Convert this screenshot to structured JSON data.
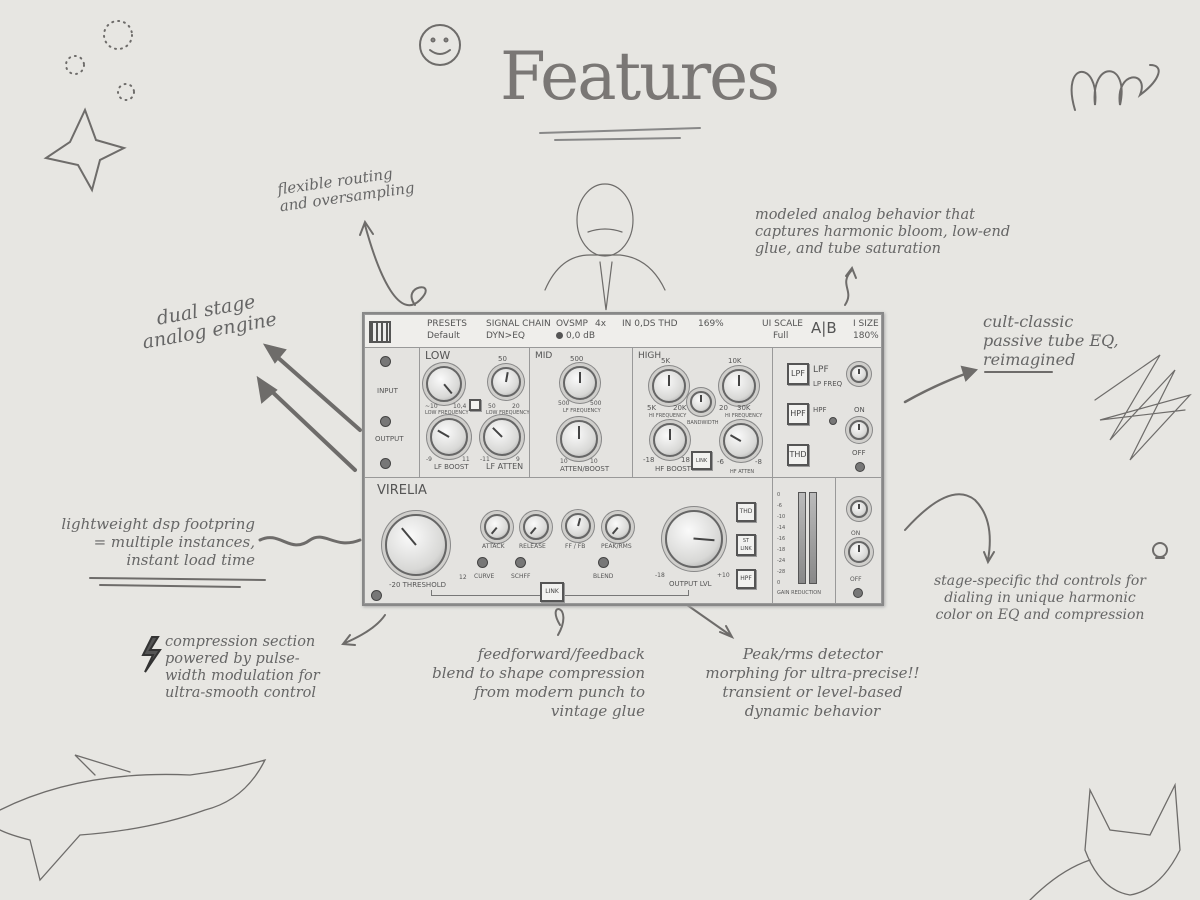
{
  "title": "Features",
  "annotations": {
    "routing": "flexible routing\nand oversampling",
    "dual_stage": "dual stage\nanalog engine",
    "lightweight": "lightweight dsp footpring\n= multiple instances,\ninstant load time",
    "compression": "compression section\npowered by pulse-\nwidth modulation for\nultra-smooth control",
    "ff_fb": "feedforward/feedback\nblend to shape compression\nfrom modern punch to\nvintage glue",
    "peak_rms": "Peak/rms detector\nmorphing for ultra-precise!!\ntransient or level-based\ndynamic behavior",
    "modeled": "modeled analog behavior that\ncaptures harmonic bloom, low-end\nglue, and tube saturation",
    "cult": "cult-classic\npassive tube EQ,\nreimagined",
    "thd": "stage-specific thd controls for\ndialing in unique harmonic\ncolor on EQ and compression"
  },
  "plugin": {
    "topbar": {
      "presets_label": "PRESETS",
      "presets_value": "Default",
      "chain_label": "SIGNAL CHAIN",
      "chain_value": "DYN>EQ",
      "ovsmp_label": "OVSMP",
      "ovsmp_value": "4x",
      "in_gain": "0,0 dB",
      "thd_label": "IN 0,DS THD",
      "thd_value": "169%",
      "ui_scale_label": "UI SCALE",
      "ui_scale_value": "Full",
      "ab": "A|B",
      "size_label": "I SIZE",
      "size_value": "180%"
    },
    "io": {
      "input": "INPUT",
      "output": "OUTPUT"
    },
    "low": {
      "title": "LOW",
      "freq_top": "50",
      "freq1_min": "~10",
      "freq1_max": "10,4",
      "freq1_label": "LOW FREQUENCY",
      "freq2_min": "50",
      "freq2_max": "20",
      "freq2_label": "LOW FREQUENCY",
      "boost_label": "LF BOOST",
      "boost_min": "-9",
      "boost_max": "11",
      "atten_label": "LF ATTEN",
      "atten_min": "-11",
      "atten_max": "9"
    },
    "mid": {
      "title": "MID",
      "freq_top": "500",
      "freq_min": "500",
      "freq_max": "500",
      "freq_label": "LF FREQUENCY",
      "gain_label": "ATTEN/BOOST",
      "gain_min": "10",
      "gain_max": "10"
    },
    "high": {
      "title": "HIGH",
      "freq1_top": "5K",
      "freq1_min": "5K",
      "freq1_max": "20K",
      "freq1_label": "HI FREQUENCY",
      "bandwidth_label": "BANDWIDTH",
      "freq2_top": "10K",
      "freq2_min": "20",
      "freq2_max": "30K",
      "freq2_label": "HI FREQUENCY",
      "boost_label": "HF BOOST",
      "boost_min": "-18",
      "boost_max": "18",
      "link": "LINK",
      "atten_label": "HF ATTEN",
      "atten_min": "-6",
      "atten_max": "-8"
    },
    "filters": {
      "lpf_btn": "LPF",
      "lpf_label": "LPF",
      "lp_freq": "LP FREQ",
      "hpf_btn": "HPF",
      "hpf_label": "HPF",
      "thd_btn": "THD",
      "on": "ON",
      "off": "OFF"
    },
    "comp": {
      "name": "VIRELIA",
      "threshold_label": "-20 THRESHOLD",
      "threshold_max": "12",
      "attack": "ATTACK",
      "release": "RELEASE",
      "ff_fb": "FF / FB",
      "peak_rms": "PEAK/RMS",
      "curve": "CURVE",
      "schff": "SCHFF",
      "blend": "BLEND",
      "output_label": "OUTPUT LVL",
      "output_min": "-18",
      "output_max": "+10",
      "link": "LINK",
      "thd_btn": "THD",
      "st_link_btn": "ST LINK",
      "hpf_btn": "HPF",
      "gain_reduction": "GAIN REDUCTION",
      "gr_scale": [
        "0",
        "-6",
        "-10",
        "-14",
        "-16",
        "-18",
        "-24",
        "-28",
        "0"
      ],
      "on": "ON",
      "off": "OFF"
    }
  }
}
